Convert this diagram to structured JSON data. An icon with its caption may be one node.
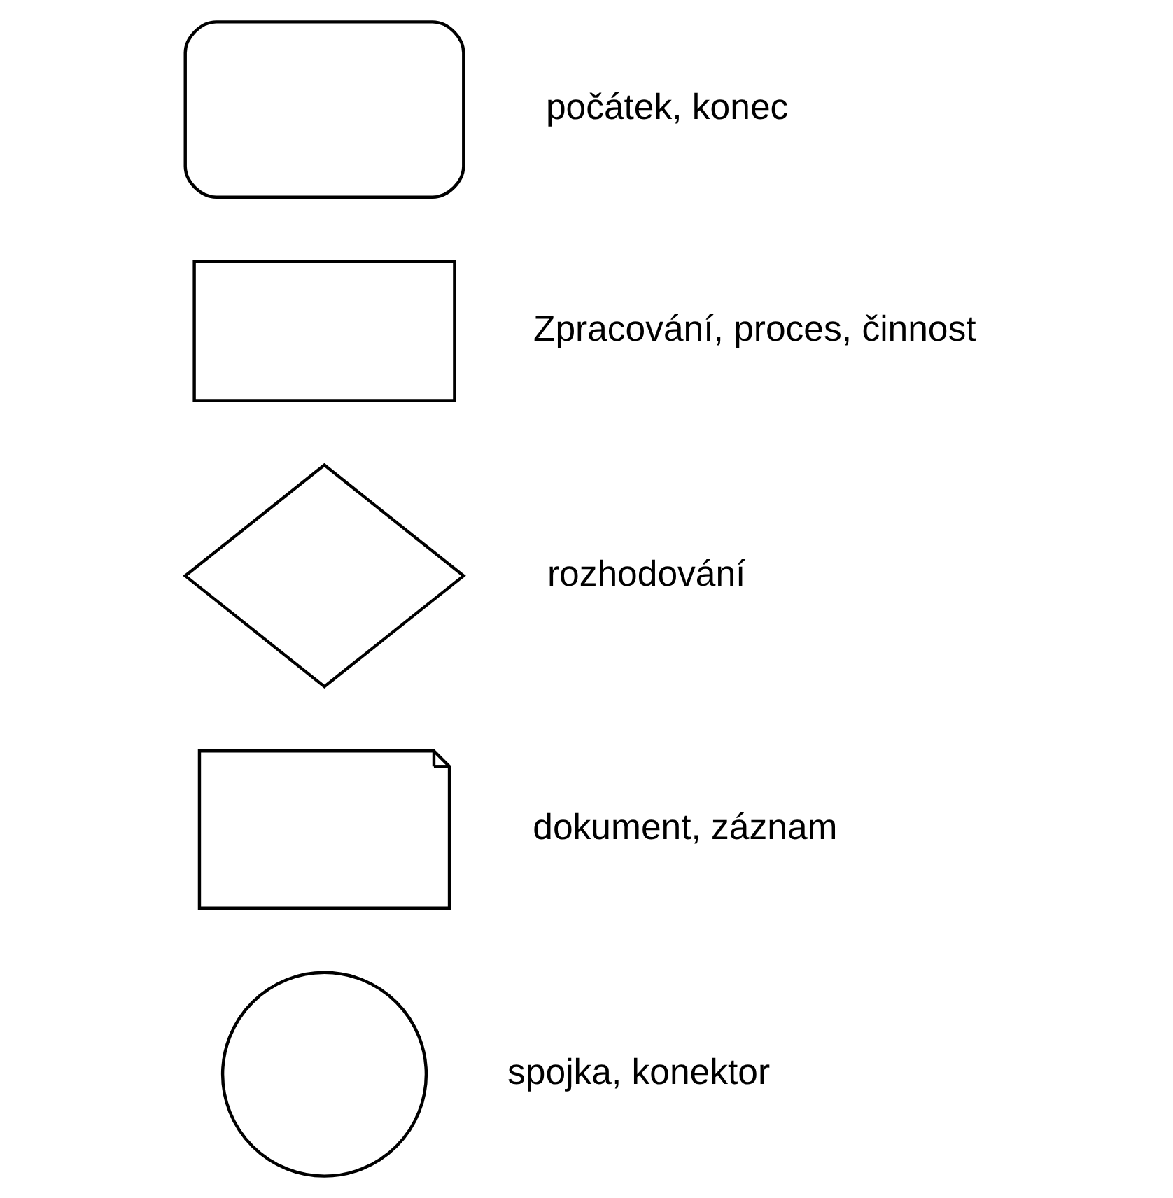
{
  "diagram": {
    "nodes": [
      {
        "text": [],
        "shape": "stadium",
        "beside": [
          "počátek, konec"
        ]
      },
      {
        "text": [],
        "shape": "box",
        "beside": [
          "Zpracování, proces, činnost"
        ]
      },
      {
        "text": [],
        "shape": "diamond",
        "beside": [
          "rozhodování"
        ]
      },
      {
        "text": [],
        "shape": "document",
        "beside": [
          "dokument, záznam"
        ]
      },
      {
        "text": [],
        "shape": "circle",
        "beside": [
          "spojka, konektor"
        ]
      }
    ]
  }
}
